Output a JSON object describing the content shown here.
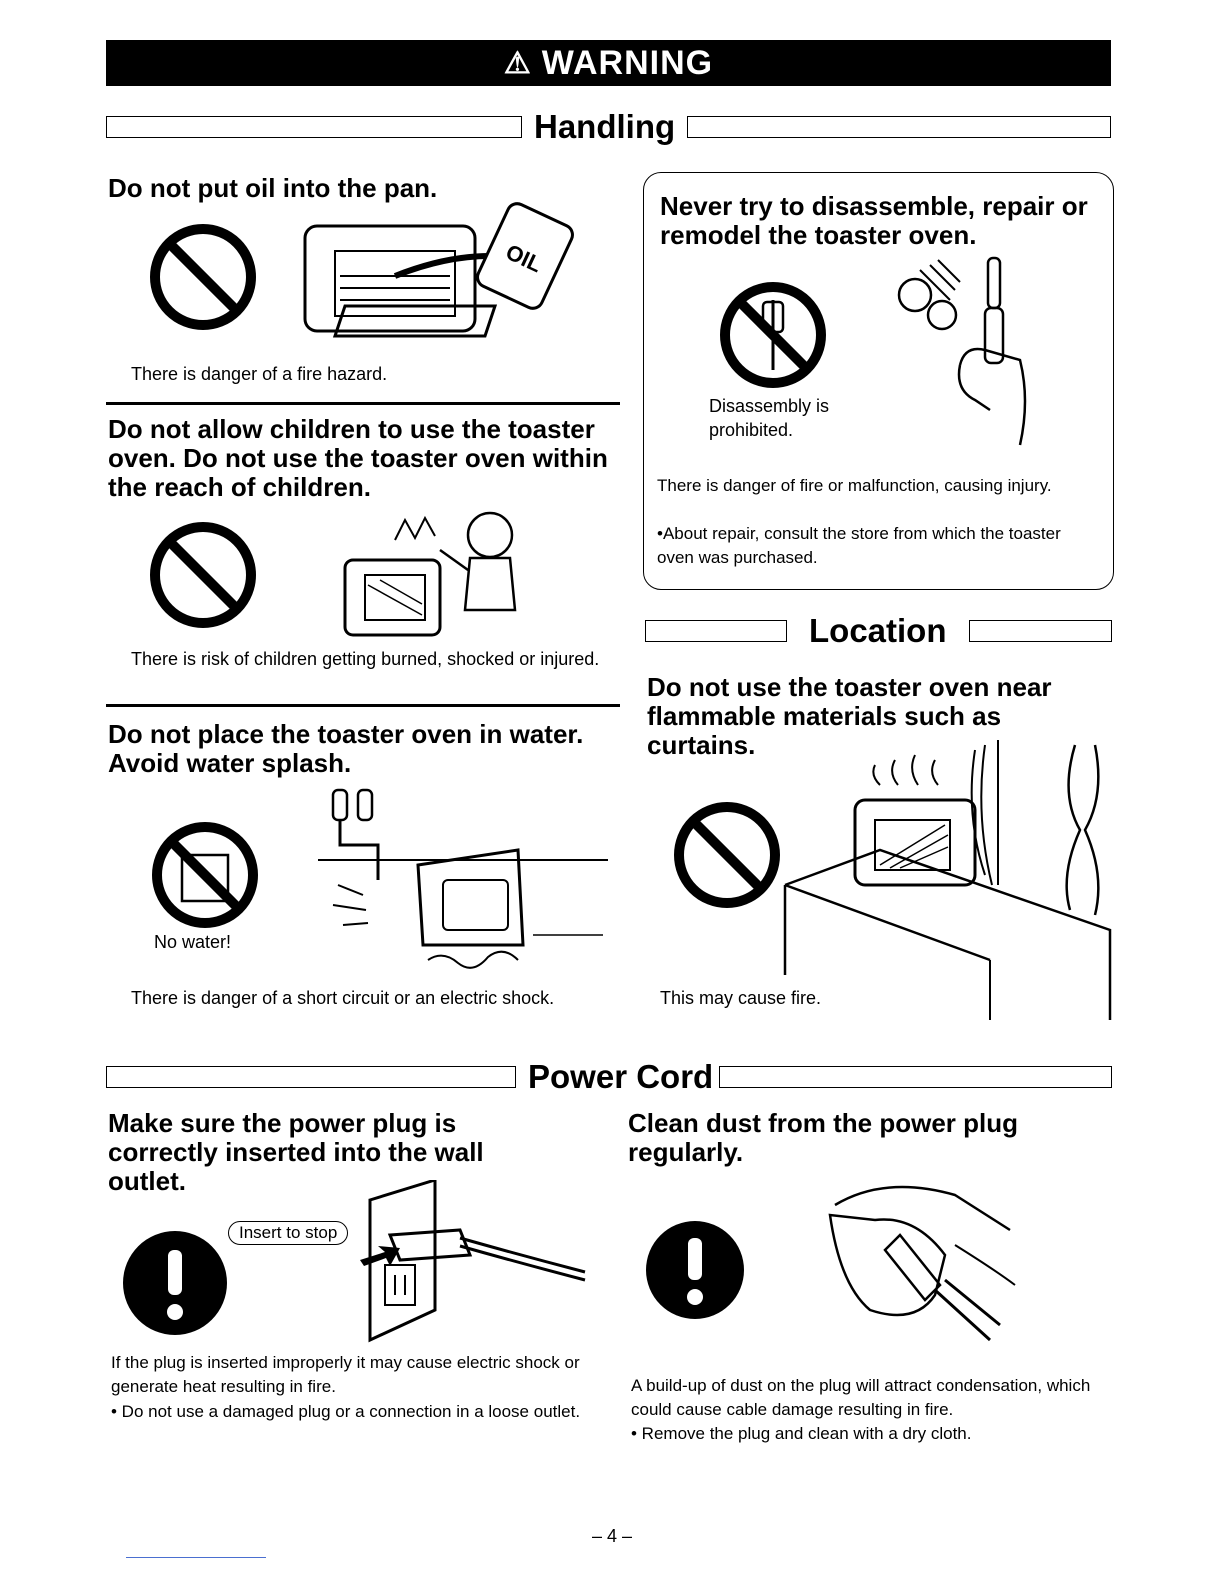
{
  "banner": {
    "icon": "warning-triangle-icon",
    "title": "WARNING"
  },
  "handling": {
    "section_title": "Handling",
    "oil": {
      "heading": "Do not put oil into the pan.",
      "caption": "There is danger of a fire hazard.",
      "bottle_label": "OIL"
    },
    "children": {
      "heading": "Do not allow children to use the toaster oven. Do not use the toaster oven within the reach of children.",
      "caption": "There is risk of children getting burned, shocked or injured."
    },
    "water": {
      "heading": "Do not place the toaster oven in water. Avoid water splash.",
      "symbol_label": "No water!",
      "caption": "There is danger of a short circuit or an electric shock."
    },
    "disassemble": {
      "heading": "Never try to disassemble, repair or remodel the toaster oven.",
      "symbol_label": "Disassembly is prohibited.",
      "caption": "There is danger of fire or malfunction, causing injury.",
      "note": "•About repair, consult the store from which the toaster oven was purchased."
    }
  },
  "location": {
    "section_title": "Location",
    "heading": "Do not use the toaster oven near flammable materials such as curtains.",
    "caption": "This may cause fire."
  },
  "power_cord": {
    "section_title": "Power Cord",
    "plug": {
      "heading": "Make sure the power plug is correctly inserted into the wall outlet.",
      "callout": "Insert to stop",
      "caption": "If the plug is inserted improperly it may cause electric shock or generate heat resulting in fire.",
      "note": "• Do not use a damaged plug or a connection in a loose outlet."
    },
    "dust": {
      "heading": "Clean dust from the power plug regularly.",
      "caption": "A build-up of dust on the plug will attract condensation, which could cause cable damage resulting in fire.",
      "note": "• Remove the plug and clean with a dry cloth."
    }
  },
  "page_number": "– 4 –"
}
